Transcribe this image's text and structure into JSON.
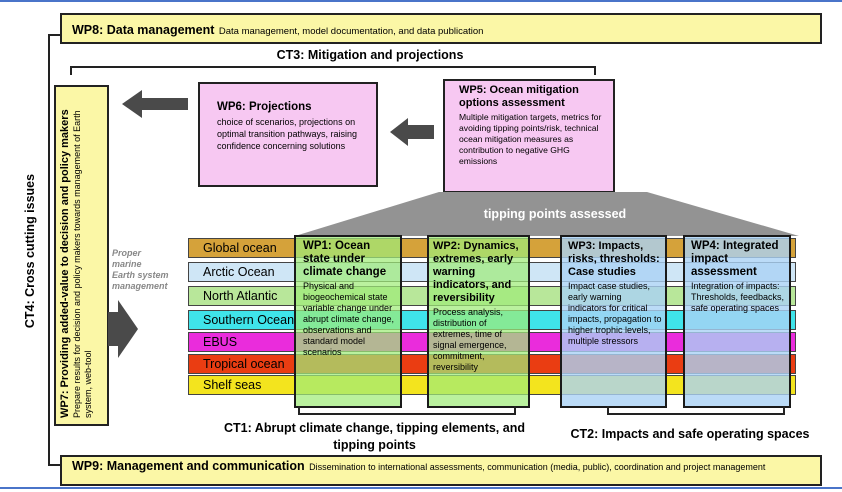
{
  "wp8": {
    "title": "WP8: Data management",
    "desc": "Data management, model documentation, and data publication"
  },
  "ct3": {
    "label": "CT3: Mitigation and projections"
  },
  "ct4": {
    "label": "CT4: Cross cutting issues"
  },
  "wp7": {
    "title": "WP7: Providing added-value to decision and policy makers",
    "desc": "Prepare results for decision and policy makers towards management of Earth system,  web-tool"
  },
  "proper": {
    "line1": "Proper",
    "line2": "marine",
    "line3": "Earth system",
    "line4": "management"
  },
  "wp6": {
    "title": "WP6: Projections",
    "desc": "choice of scenarios, projections on optimal transition pathways, raising confidence concerning solutions"
  },
  "wp5": {
    "title": "WP5: Ocean mitigation options assessment",
    "desc": "Multiple mitigation targets, metrics for avoiding tipping points/risk, technical ocean mitigation measures as contribution to negative GHG emissions"
  },
  "tipping": {
    "label": "tipping points assessed"
  },
  "regions": [
    {
      "label": "Global ocean",
      "color": "#d5a23a"
    },
    {
      "label": "Arctic Ocean",
      "color": "#cfe6f6"
    },
    {
      "label": "North Atlantic",
      "color": "#b8e79a"
    },
    {
      "label": "Southern Ocean",
      "color": "#3fe4ea"
    },
    {
      "label": "EBUS",
      "color": "#ea2cdc"
    },
    {
      "label": "Tropical ocean",
      "color": "#ea3d12"
    },
    {
      "label": "Shelf seas",
      "color": "#f3e41e"
    }
  ],
  "wp1": {
    "title": "WP1: Ocean state under climate change",
    "desc": "Physical and biogeochemical state variable change under abrupt climate change, observations and standard model scenarios"
  },
  "wp2": {
    "title": "WP2: Dynamics, extremes, early warning indicators, and reversibility",
    "desc": "Process analysis, distribution of extremes, time of signal emergence, commitment, reversibility"
  },
  "wp3": {
    "title": "WP3: Impacts, risks, thresholds: Case studies",
    "desc": "Impact case studies, early warning indicators for critical impacts, propagation to higher trophic levels, multiple stressors"
  },
  "wp4": {
    "title": "WP4: Integrated impact assessment",
    "desc": "Integration of impacts: Thresholds, feedbacks, safe operating spaces"
  },
  "ct1": {
    "label": "CT1: Abrupt climate change, tipping elements, and tipping points"
  },
  "ct2": {
    "label": "CT2: Impacts and safe operating spaces"
  },
  "wp9": {
    "title": "WP9: Management and communication",
    "desc": "Dissemination to international assessments, communication (media, public), coordination and project management"
  }
}
